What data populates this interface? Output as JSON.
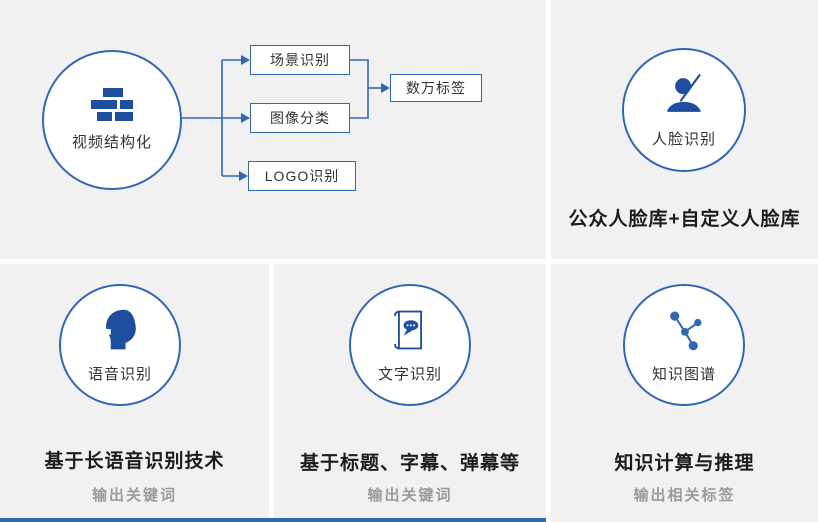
{
  "colors": {
    "panel_bg": "#f1f1f2",
    "accent_blue": "#3168b1",
    "icon_navy": "#1d4f9e",
    "icon_blue": "#2f6ab0",
    "dark_text": "#1c1c1c",
    "box_text": "#333333",
    "gray_text": "#9b9b9b"
  },
  "icons": {
    "video": "video-blocks-icon",
    "face": "face-scan-icon",
    "speech": "speech-head-icon",
    "ocr": "scroll-comment-icon",
    "knowledge": "graph-nodes-icon"
  },
  "video": {
    "circle_label": "视频结构化",
    "branches": [
      "场景识别",
      "图像分类",
      "LOGO识别"
    ],
    "result_label": "数万标签"
  },
  "face": {
    "circle_label": "人脸识别",
    "caption": "公众人脸库+自定义人脸库"
  },
  "speech": {
    "circle_label": "语音识别",
    "caption": "基于长语音识别技术",
    "note": "输出关键词"
  },
  "ocr": {
    "circle_label": "文字识别",
    "caption": "基于标题、字幕、弹幕等",
    "note": "输出关键词"
  },
  "knowledge": {
    "circle_label": "知识图谱",
    "caption": "知识计算与推理",
    "note": "输出相关标签"
  }
}
